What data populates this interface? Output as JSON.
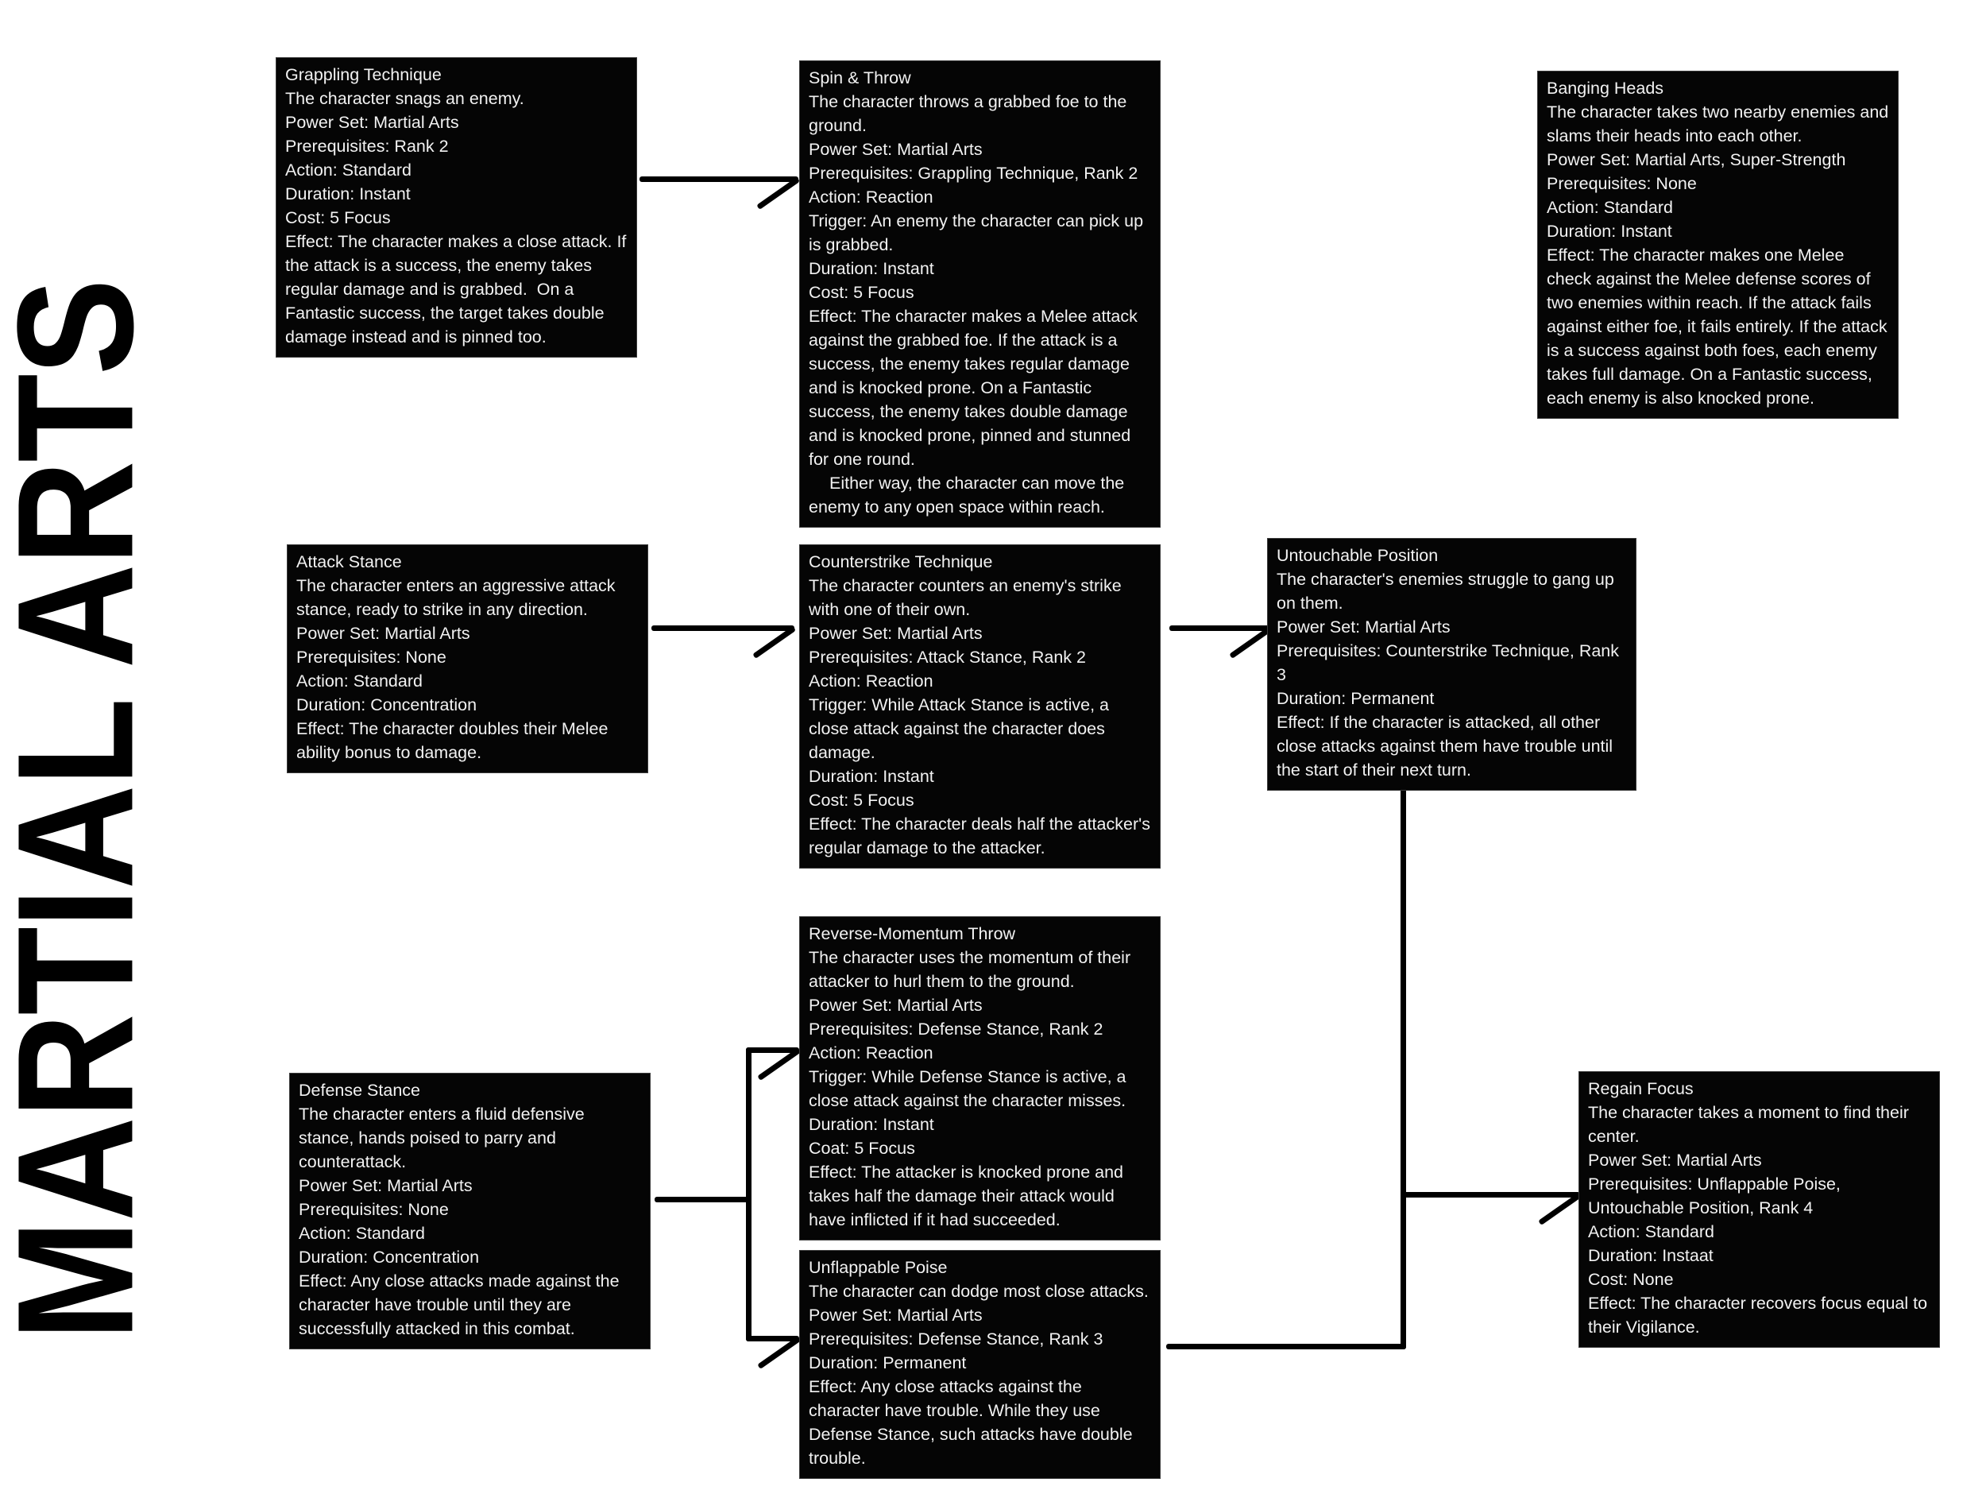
{
  "page": {
    "title": "MARTIAL ARTS",
    "background_color": "#ffffff",
    "card_background_color": "#050505",
    "card_text_color": "#f2f2f2",
    "connector_color": "#000000"
  },
  "cards": [
    {
      "id": "grappling-technique",
      "name": "Grappling Technique",
      "lines": [
        "Grappling Technique",
        "The character snags an enemy.",
        "Power Set: Martial Arts",
        "Prerequisites: Rank 2",
        "Action: Standard",
        "Duration: Instant",
        "Cost: 5 Focus",
        "Effect: The character makes a close attack. If the attack is a success, the enemy takes regular damage and is grabbed.  On a Fantastic success, the target takes double damage instead and is pinned too."
      ],
      "fields": {
        "power_set": "Martial Arts",
        "prerequisites": "Rank 2",
        "action": "Standard",
        "duration": "Instant",
        "cost": "5 Focus"
      }
    },
    {
      "id": "spin-and-throw",
      "name": "Spin & Throw",
      "lines": [
        "Spin & Throw",
        "The character throws a grabbed foe to the ground.",
        "Power Set: Martial Arts",
        "Prerequisites: Grappling Technique, Rank 2",
        "Action: Reaction",
        "Trigger: An enemy the character can pick up is grabbed.",
        "Duration: Instant",
        "Cost: 5 Focus",
        "Effect: The character makes a Melee attack against the grabbed foe. If the attack is a success, the enemy takes regular damage and is knocked prone. On a Fantastic success, the enemy takes double damage and is knocked prone, pinned and stunned for one round.",
        "Either way, the character can move the enemy to any open space within reach."
      ],
      "fields": {
        "power_set": "Martial Arts",
        "prerequisites": "Grappling Technique, Rank 2",
        "action": "Reaction",
        "trigger": "An enemy the character can pick up is grabbed.",
        "duration": "Instant",
        "cost": "5 Focus"
      }
    },
    {
      "id": "banging-heads",
      "name": "Banging Heads",
      "lines": [
        "Banging Heads",
        "The character takes two nearby enemies and slams their heads into each other.",
        "Power Set: Martial Arts, Super-Strength",
        "Prerequisites: None",
        "Action: Standard",
        "Duration: Instant",
        "Effect: The character makes one Melee check against the Melee defense scores of two enemies within reach. If the attack fails against either foe, it fails entirely. If the attack is a success against both foes, each enemy takes full damage. On a Fantastic success, each enemy is also knocked prone."
      ],
      "fields": {
        "power_set": "Martial Arts, Super-Strength",
        "prerequisites": "None",
        "action": "Standard",
        "duration": "Instant"
      }
    },
    {
      "id": "attack-stance",
      "name": "Attack Stance",
      "lines": [
        "Attack Stance",
        "The character enters an aggressive attack stance, ready to strike in any direction.",
        "Power Set: Martial Arts",
        "Prerequisites: None",
        "Action: Standard",
        "Duration: Concentration",
        "Effect: The character doubles their Melee ability bonus to damage."
      ],
      "fields": {
        "power_set": "Martial Arts",
        "prerequisites": "None",
        "action": "Standard",
        "duration": "Concentration"
      }
    },
    {
      "id": "counterstrike-technique",
      "name": "Counterstrike Technique",
      "lines": [
        "Counterstrike Technique",
        "The character counters an enemy's strike with one of their own.",
        "Power Set: Martial Arts",
        "Prerequisites: Attack Stance, Rank 2",
        "Action: Reaction",
        "Trigger: While Attack Stance is active, a close attack against the character does damage.",
        "Duration: Instant",
        "Cost: 5 Focus",
        "Effect: The character deals half the attacker's regular damage to the attacker."
      ],
      "fields": {
        "power_set": "Martial Arts",
        "prerequisites": "Attack Stance, Rank 2",
        "action": "Reaction",
        "trigger": "While Attack Stance is active, a close attack against the character does damage.",
        "duration": "Instant",
        "cost": "5 Focus"
      }
    },
    {
      "id": "untouchable-position",
      "name": "Untouchable Position",
      "lines": [
        "Untouchable Position",
        "The character's enemies struggle to gang up on them.",
        "Power Set: Martial Arts",
        "Prerequisites: Counterstrike Technique, Rank 3",
        "Duration: Permanent",
        "Effect: If the character is attacked, all other close attacks against them have trouble until the start of their next turn."
      ],
      "fields": {
        "power_set": "Martial Arts",
        "prerequisites": "Counterstrike Technique, Rank 3",
        "duration": "Permanent"
      }
    },
    {
      "id": "reverse-momentum-throw",
      "name": "Reverse-Momentum Throw",
      "lines": [
        "Reverse-Momentum Throw",
        "The character uses the momentum of their attacker to hurl them to the ground.",
        "Power Set: Martial Arts",
        "Prerequisites: Defense Stance, Rank 2",
        "Action: Reaction",
        "Trigger: While Defense Stance is active, a close attack against the character misses.",
        "Duration: Instant",
        "Coat: 5 Focus",
        "Effect: The attacker is knocked prone and takes half the damage their attack would have inflicted if it had succeeded."
      ],
      "fields": {
        "power_set": "Martial Arts",
        "prerequisites": "Defense Stance, Rank 2",
        "action": "Reaction",
        "trigger": "While Defense Stance is active, a close attack against the character misses.",
        "duration": "Instant",
        "cost": "5 Focus"
      }
    },
    {
      "id": "defense-stance",
      "name": "Defense Stance",
      "lines": [
        "Defense Stance",
        "The character enters a fluid defensive stance, hands poised to parry and counterattack.",
        "Power Set: Martial Arts",
        "Prerequisites: None",
        "Action: Standard",
        "Duration: Concentration",
        "Effect: Any close attacks made against the character have trouble until they are successfully attacked in this combat."
      ],
      "fields": {
        "power_set": "Martial Arts",
        "prerequisites": "None",
        "action": "Standard",
        "duration": "Concentration"
      }
    },
    {
      "id": "unflappable-poise",
      "name": "Unflappable Poise",
      "lines": [
        "Unflappable Poise",
        "The character can dodge most close attacks.",
        "Power Set: Martial Arts",
        "Prerequisites: Defense Stance, Rank 3",
        "Duration: Permanent",
        "Effect: Any close attacks against the character have trouble. While they use Defense Stance, such attacks have double trouble."
      ],
      "fields": {
        "power_set": "Martial Arts",
        "prerequisites": "Defense Stance, Rank 3",
        "duration": "Permanent"
      }
    },
    {
      "id": "regain-focus",
      "name": "Regain Focus",
      "lines": [
        "Regain Focus",
        "The character takes a moment to find their center.",
        "Power Set: Martial Arts",
        "Prerequisites: Unflappable Poise, Untouchable Position, Rank 4",
        "Action: Standard",
        "Duration: Instaat",
        "Cost: None",
        "Effect: The character recovers focus equal to their Vigilance."
      ],
      "fields": {
        "power_set": "Martial Arts",
        "prerequisites": "Unflappable Poise, Untouchable Position, Rank 4",
        "action": "Standard",
        "duration": "Instant",
        "cost": "None"
      }
    }
  ],
  "connections": [
    {
      "from": "grappling-technique",
      "to": "spin-and-throw"
    },
    {
      "from": "attack-stance",
      "to": "counterstrike-technique"
    },
    {
      "from": "counterstrike-technique",
      "to": "untouchable-position"
    },
    {
      "from": "defense-stance",
      "to": "reverse-momentum-throw"
    },
    {
      "from": "defense-stance",
      "to": "unflappable-poise"
    },
    {
      "from": "untouchable-position",
      "to": "regain-focus"
    },
    {
      "from": "unflappable-poise",
      "to": "regain-focus"
    }
  ]
}
